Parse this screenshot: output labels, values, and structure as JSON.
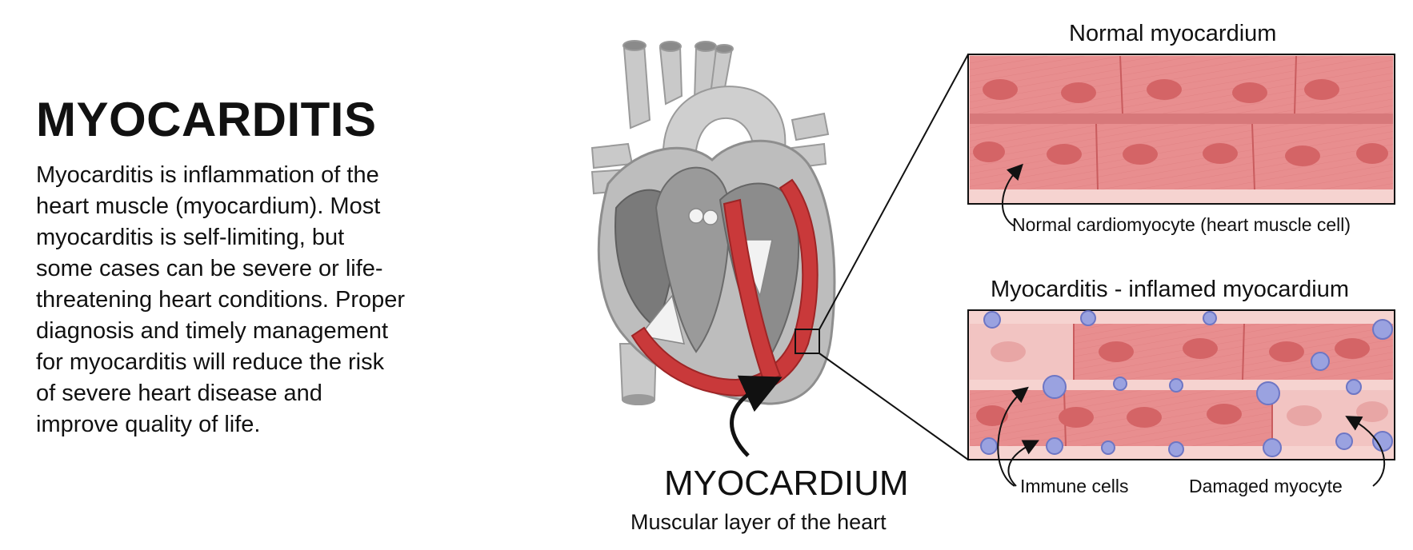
{
  "title": "MYOCARDITIS",
  "description_lines": [
    "Myocarditis is inflammation of the",
    "heart muscle (myocardium). Most",
    "myocarditis is self-limiting, but",
    "some cases can be severe or life-",
    "threatening heart conditions. Proper",
    "diagnosis and timely management",
    "for myocarditis will reduce the risk",
    "of severe heart disease and",
    "improve quality of life."
  ],
  "heart": {
    "label": "MYOCARDIUM",
    "sublabel": "Muscular layer of the heart"
  },
  "normal_panel": {
    "title": "Normal myocardium",
    "annotation": "Normal cardiomyocyte (heart muscle cell)"
  },
  "inflamed_panel": {
    "title": "Myocarditis - inflamed myocardium",
    "immune_label": "Immune cells",
    "damaged_label": "Damaged myocyte"
  },
  "colors": {
    "muscle": "#e8888a",
    "muscle_dark": "#d96a6c",
    "nucleus": "#d46466",
    "damaged": "#f2c4c2",
    "immune": "#9aa2e0",
    "myocardium_red": "#c9393a",
    "heart_gray": "#b8b8b8"
  }
}
